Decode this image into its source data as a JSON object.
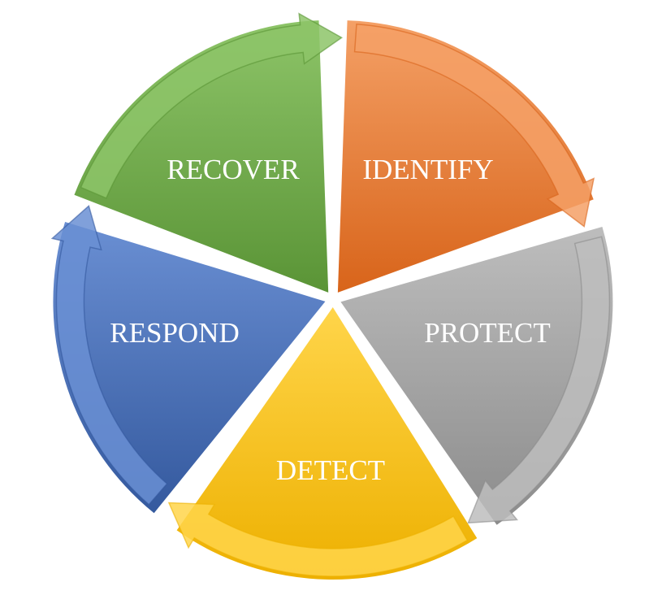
{
  "diagram": {
    "type": "cycle",
    "direction": "clockwise",
    "segments": [
      {
        "label": "IDENTIFY",
        "color": "#ED7D31",
        "light": "#F4A066",
        "dark": "#D8641A"
      },
      {
        "label": "PROTECT",
        "color": "#A5A5A5",
        "light": "#BDBDBD",
        "dark": "#8C8C8C"
      },
      {
        "label": "DETECT",
        "color": "#FFC000",
        "light": "#FFD54A",
        "dark": "#EDB000"
      },
      {
        "label": "RESPOND",
        "color": "#4472C4",
        "light": "#6A8FD3",
        "dark": "#34599E"
      },
      {
        "label": "RECOVER",
        "color": "#70AD47",
        "light": "#8DC468",
        "dark": "#5A9436"
      }
    ]
  }
}
